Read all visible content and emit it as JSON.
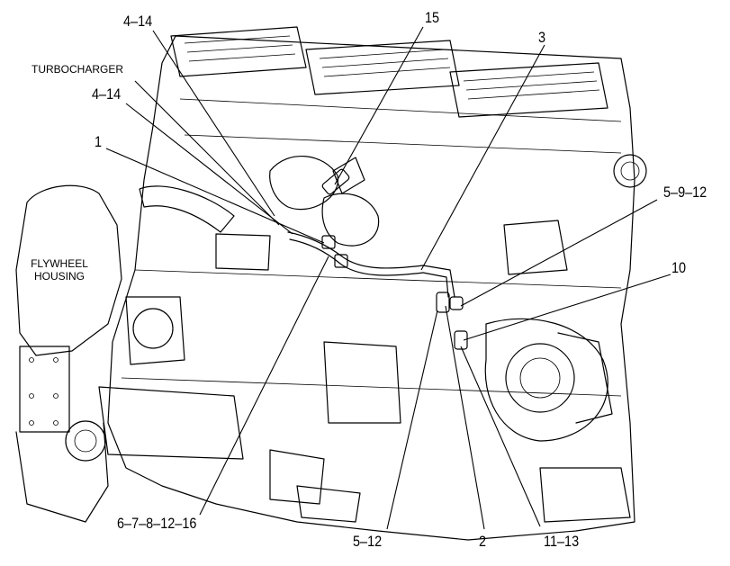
{
  "callouts": {
    "c_4_14_top": "4–14",
    "c_15": "15",
    "c_3": "3",
    "turbocharger": "TURBOCHARGER",
    "c_4_14_mid": "4–14",
    "c_1": "1",
    "c_5_9_12": "5–9–12",
    "c_10": "10",
    "flywheel_line1": "FLYWHEEL",
    "flywheel_line2": "HOUSING",
    "c_6_7_8_12_16": "6–7–8–12–16",
    "c_5_12": "5–12",
    "c_2": "2",
    "c_11_13": "11–13"
  }
}
